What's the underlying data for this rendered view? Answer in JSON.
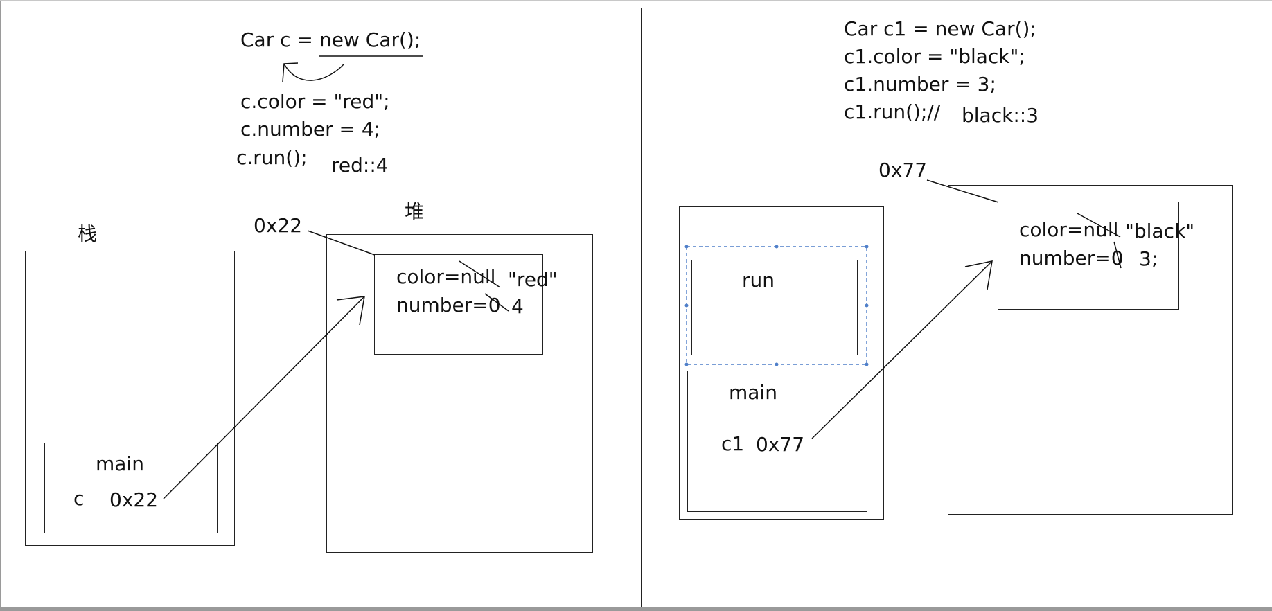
{
  "left": {
    "code": {
      "line1_prefix": "Car c = ",
      "line1_new": "new Car();",
      "line2": "c.color = \"red\";",
      "line3": "c.number = 4;",
      "line4": "c.run();",
      "line4_output": "red::4"
    },
    "stack_label": "栈",
    "heap_label": "堆",
    "heap_address": "0x22",
    "main_frame": {
      "label": "main",
      "var_name": "c",
      "var_value": "0x22"
    },
    "object": {
      "color_field": "color=null",
      "color_new": "\"red\"",
      "number_field": "number=0",
      "number_new": "4"
    }
  },
  "right": {
    "code": {
      "line1": "Car c1 = new Car();",
      "line2": "c1.color = \"black\";",
      "line3": "c1.number = 3;",
      "line4": "c1.run();//",
      "line4_output": "black::3"
    },
    "heap_address": "0x77",
    "run_frame": {
      "label": "run"
    },
    "main_frame": {
      "label": "main",
      "var_name": "c1",
      "var_value": "0x77"
    },
    "object": {
      "color_field": "color=null",
      "color_new": "\"black\"",
      "number_field": "number=0",
      "number_new": "3;"
    }
  },
  "colors": {
    "ink": "#111111",
    "selection": "#4f7fc9",
    "divider": "#222222"
  }
}
